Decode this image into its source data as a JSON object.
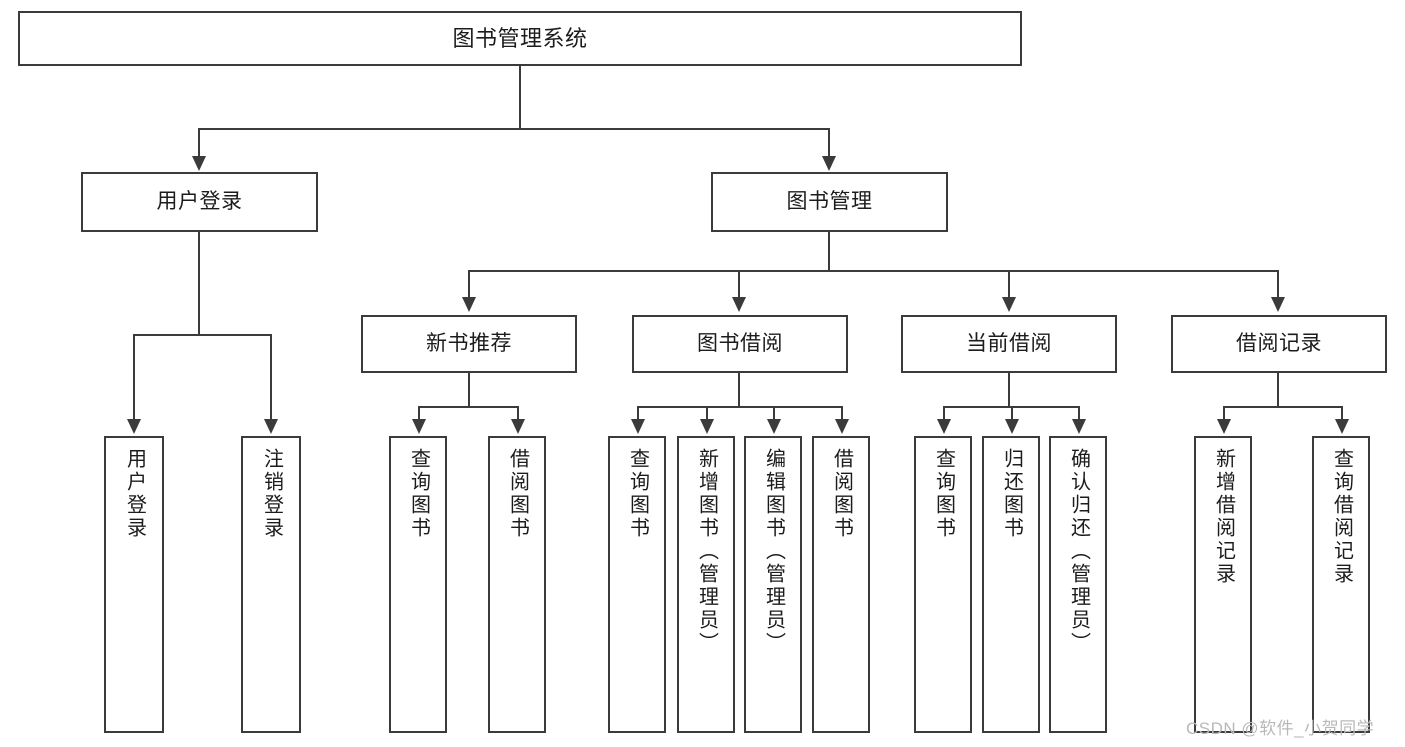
{
  "diagram": {
    "title": "图书管理系统",
    "type": "tree-hierarchy",
    "watermark": "CSDN @软件_小贺同学",
    "colors": {
      "stroke": "#3b3b3b",
      "background": "#ffffff",
      "text": "#1c1c1c",
      "watermark": "#b9b9b9"
    },
    "root": {
      "label": "图书管理系统"
    },
    "level1": [
      {
        "label": "用户登录"
      },
      {
        "label": "图书管理"
      }
    ],
    "level2": [
      {
        "label": "新书推荐"
      },
      {
        "label": "图书借阅"
      },
      {
        "label": "当前借阅"
      },
      {
        "label": "借阅记录"
      }
    ],
    "leaves": {
      "user_login": [
        {
          "label": "用户登录"
        },
        {
          "label": "注销登录"
        }
      ],
      "new_book_recommend": [
        {
          "label": "查询图书"
        },
        {
          "label": "借阅图书"
        }
      ],
      "book_borrow": [
        {
          "label": "查询图书"
        },
        {
          "label": "新增图书（管理员）"
        },
        {
          "label": "编辑图书（管理员）"
        },
        {
          "label": "借阅图书"
        }
      ],
      "current_borrow": [
        {
          "label": "查询图书"
        },
        {
          "label": "归还图书"
        },
        {
          "label": "确认归还（管理员）"
        }
      ],
      "borrow_record": [
        {
          "label": "新增借阅记录"
        },
        {
          "label": "查询借阅记录"
        }
      ]
    }
  }
}
